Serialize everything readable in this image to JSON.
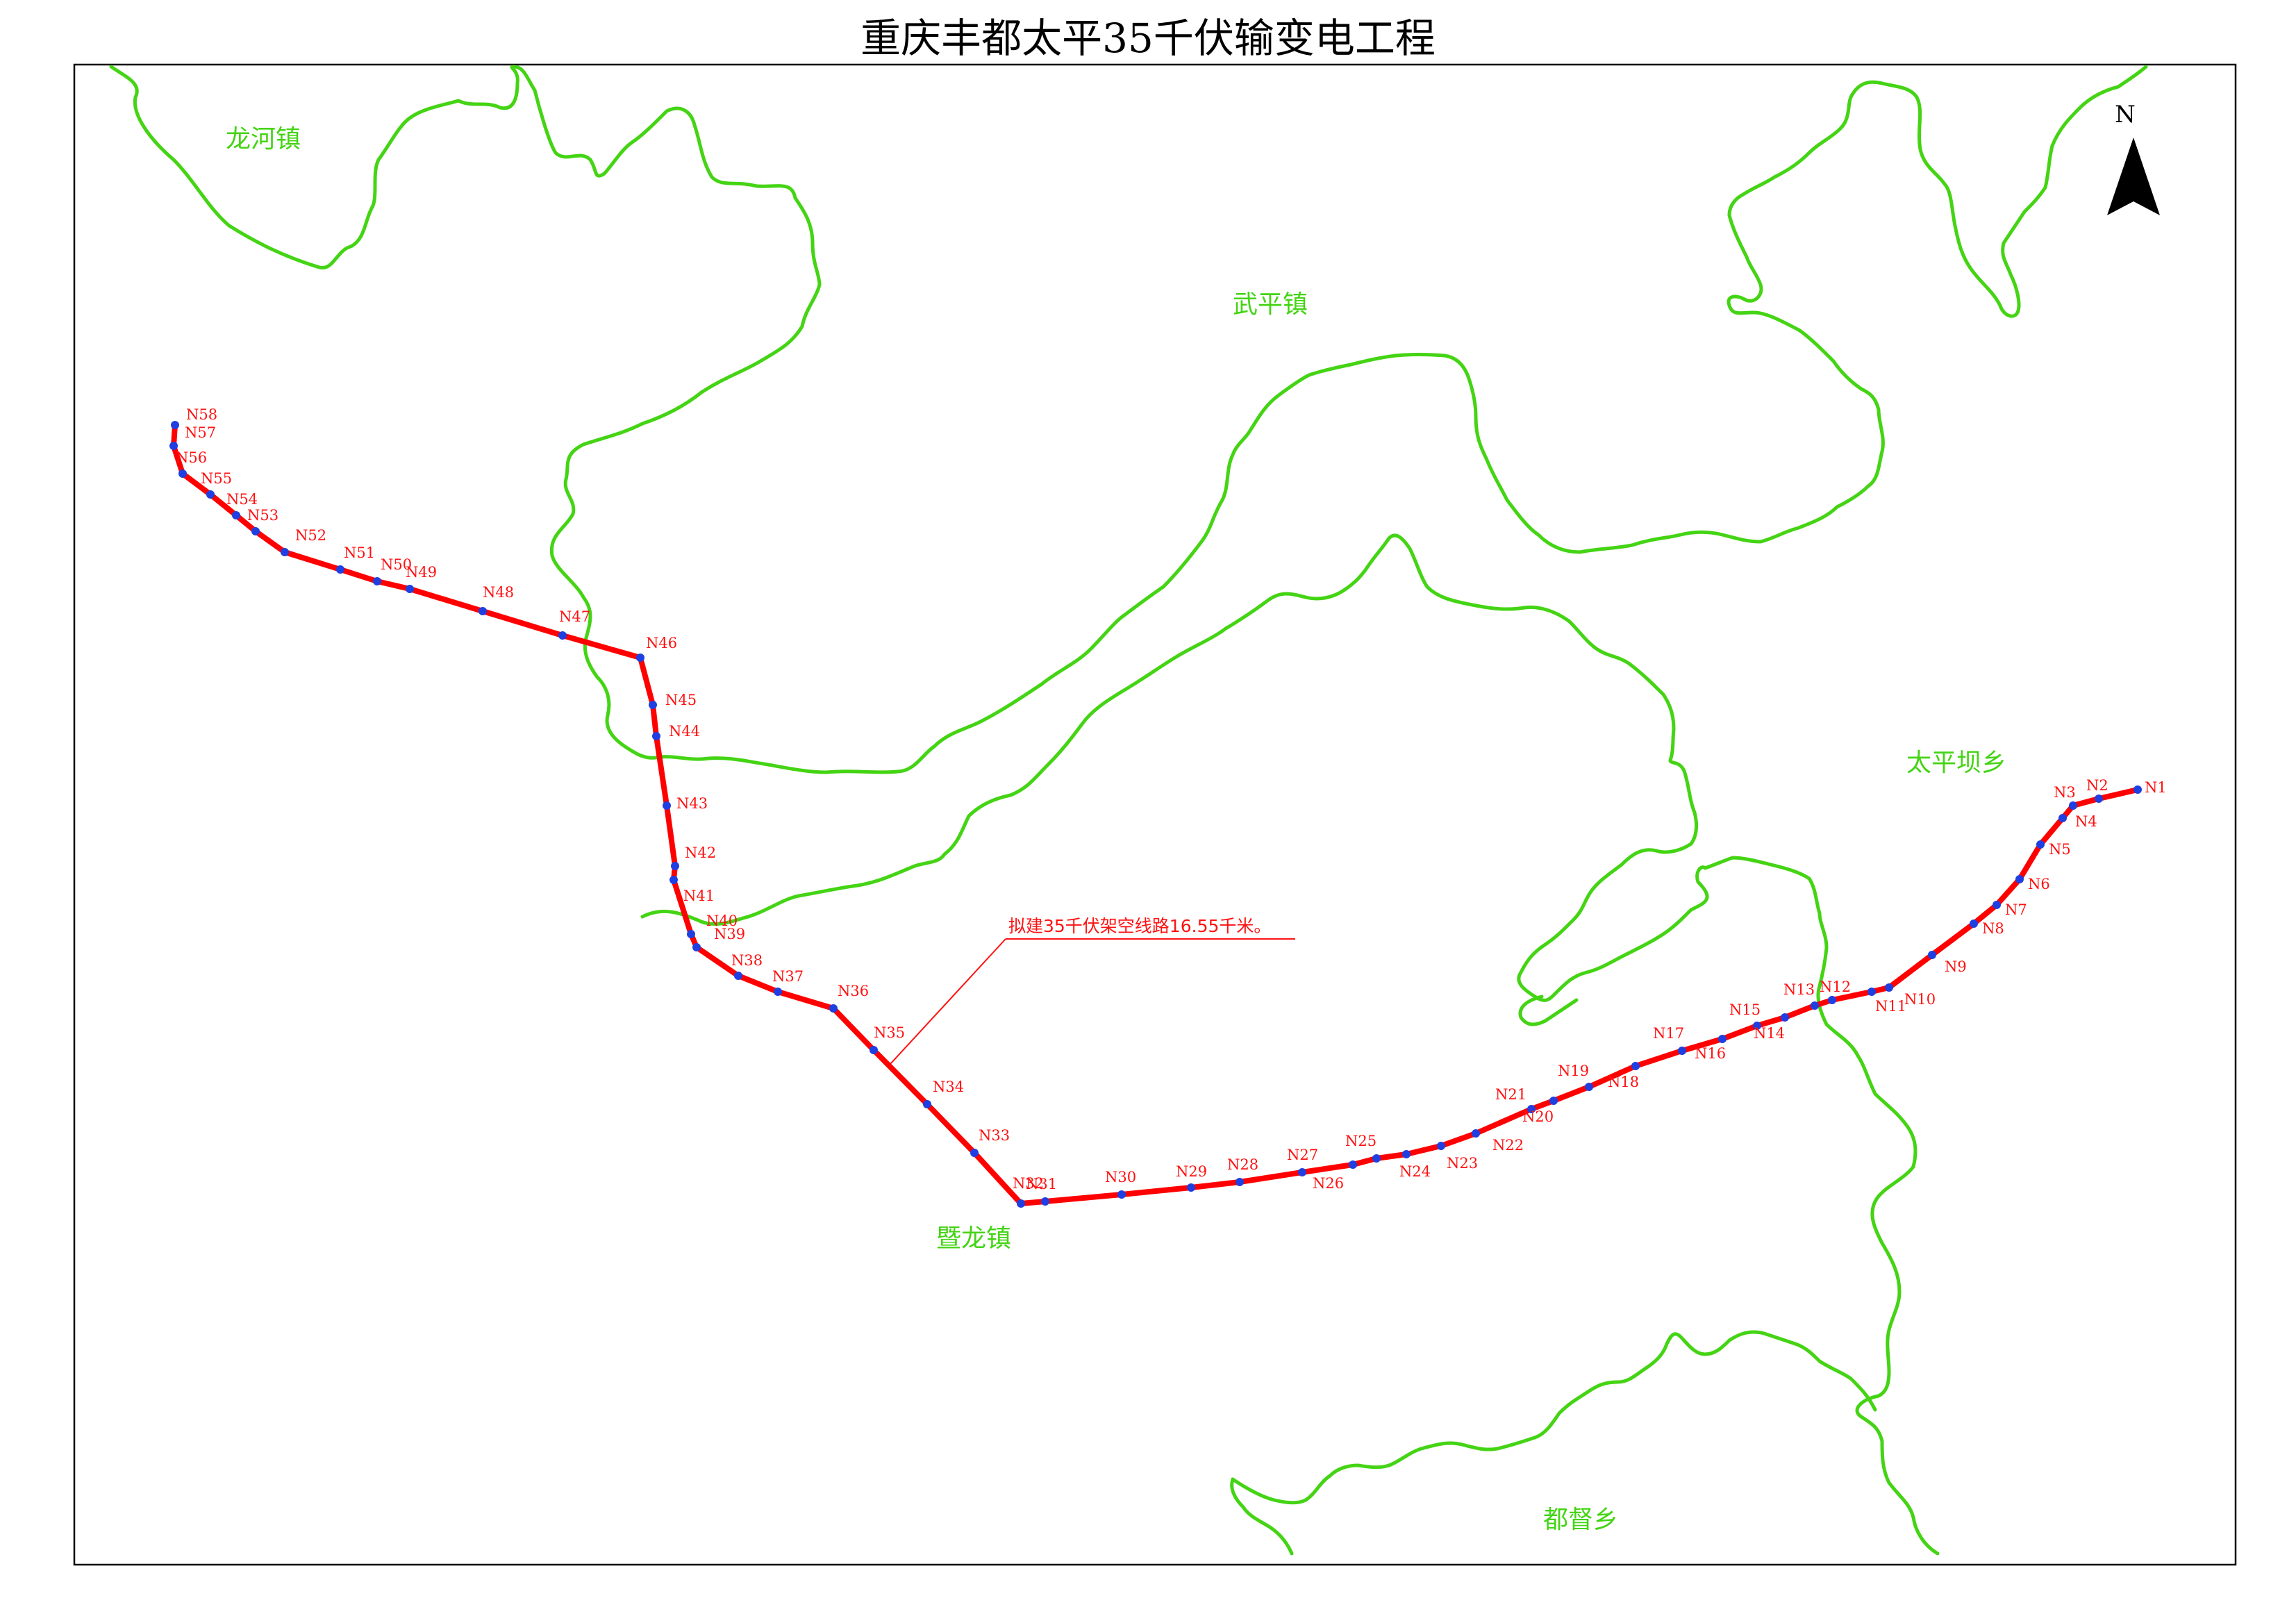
{
  "title": "重庆丰都太平35千伏输变电工程",
  "north_label": "N",
  "colors": {
    "boundary": "#44d414",
    "line": "#ff0000",
    "tower": "#1f3fe0",
    "label": "#ff1111",
    "frame": "#000000"
  },
  "towns": [
    {
      "id": "longhe",
      "name": "龙河镇"
    },
    {
      "id": "wuping",
      "name": "武平镇"
    },
    {
      "id": "taipingba",
      "name": "太平坝乡"
    },
    {
      "id": "jilong",
      "name": "暨龙镇"
    },
    {
      "id": "dudu",
      "name": "都督乡"
    }
  ],
  "annotation": "拟建35千伏架空线路16.55千米。",
  "towers": [
    "N1",
    "N2",
    "N3",
    "N4",
    "N5",
    "N6",
    "N7",
    "N8",
    "N9",
    "N10",
    "N11",
    "N12",
    "N13",
    "N14",
    "N15",
    "N16",
    "N17",
    "N18",
    "N19",
    "N20",
    "N21",
    "N22",
    "N23",
    "N24",
    "N25",
    "N26",
    "N27",
    "N28",
    "N29",
    "N30",
    "N31",
    "N32",
    "N33",
    "N34",
    "N35",
    "N36",
    "N37",
    "N38",
    "N39",
    "N40",
    "N41",
    "N42",
    "N43",
    "N44",
    "N45",
    "N46",
    "N47",
    "N48",
    "N49",
    "N50",
    "N51",
    "N52",
    "N53",
    "N54",
    "N55",
    "N56",
    "N57",
    "N58"
  ]
}
